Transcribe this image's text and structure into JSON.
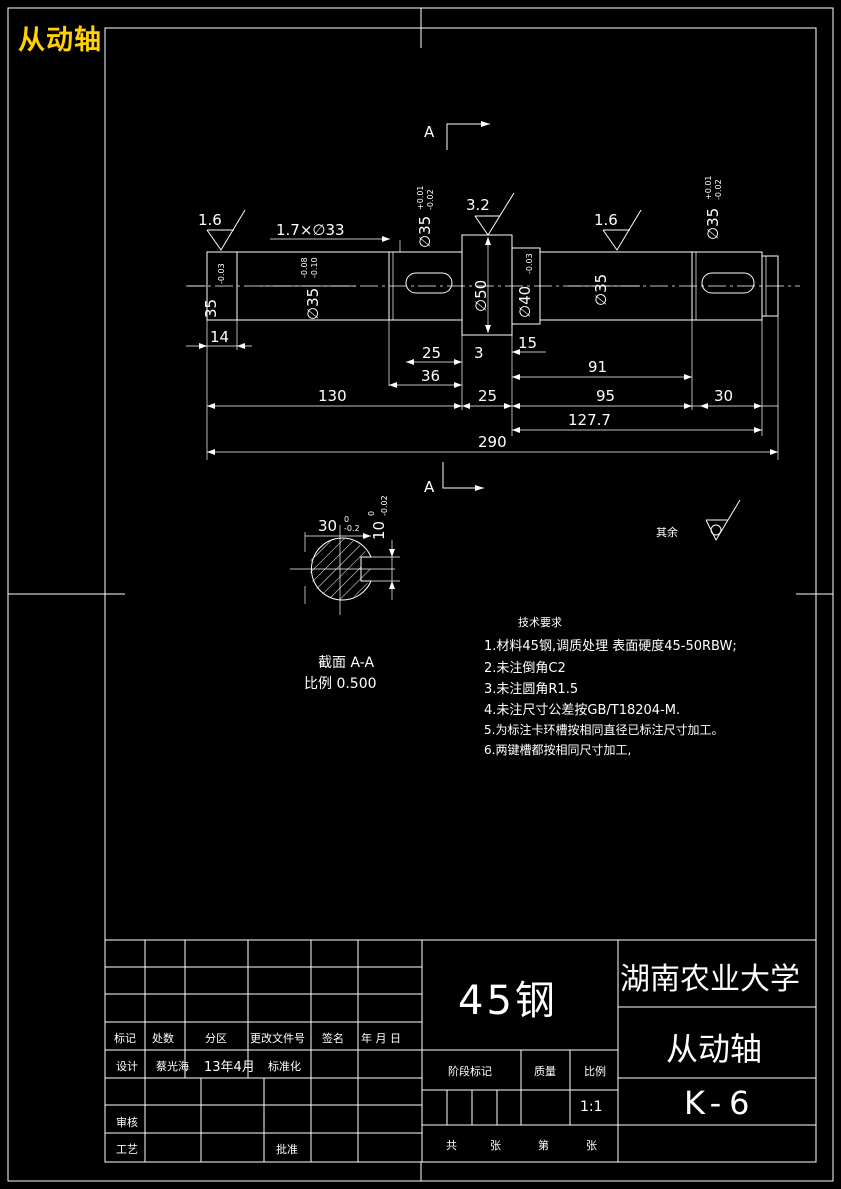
{
  "drawing_title": "从动轴",
  "section_marks": {
    "top": "A",
    "bottom": "A"
  },
  "surface_finish": [
    "1.6",
    "3.2",
    "1.6"
  ],
  "dims": {
    "chamfer_note": "1.7×∅33",
    "d35_left": "∅35",
    "d35_left_tol_upper": "+0.01",
    "d35_left_tol_lower": "-0.02",
    "d35_right": "∅35",
    "d35_right_tol_upper": "+0.01",
    "d35_right_tol_lower": "-0.02",
    "end_d35": "35",
    "end_d35_tol": "-0.03",
    "shaft_d35": "∅35",
    "shaft_d35_tol_upper": "-0.08",
    "shaft_d35_tol_lower": "-0.10",
    "collar_d50": "∅50",
    "d40": "∅40",
    "d40_tol": "-0.03",
    "right_d35": "∅35",
    "l14": "14",
    "l25a": "25",
    "l3": "3",
    "l15": "15",
    "l91": "91",
    "l36": "36",
    "l130": "130",
    "l25b": "25",
    "l95": "95",
    "l30": "30",
    "l127_7": "127.7",
    "l290": "290"
  },
  "section": {
    "key_width": "30",
    "key_width_tol": "0",
    "key_width_tol_lower": "-0.2",
    "key_depth": "10",
    "key_depth_tol_upper": "0",
    "key_depth_tol_lower": "-0.02",
    "label": "截面  A-A",
    "scale_label": "比例  0.500"
  },
  "rest_roughness_label": "其余",
  "tech_requirements": {
    "title": "技术要求",
    "items": [
      "1.材料45钢,调质处理  表面硬度45-50RBW;",
      "2.未注倒角C2",
      "3.未注圆角R1.5",
      "4.未注尺寸公差按GB/T18204-M.",
      "5.为标注卡环槽按相同直径已标注尺寸加工。",
      "6.两键槽都按相同尺寸加工,"
    ]
  },
  "title_block": {
    "material": "45钢",
    "school": "湖南农业大学",
    "part_name": "从动轴",
    "drawing_no": "K-6",
    "headers": [
      "标记",
      "处数",
      "分区",
      "更改文件号",
      "签名",
      "年 月 日"
    ],
    "design_label": "设计",
    "designer": "蔡光海",
    "design_date": "13年4月",
    "standardize_label": "标准化",
    "review_label": "审核",
    "process_label": "工艺",
    "approve_label": "批准",
    "stage_label": "阶段标记",
    "weight_label": "质量",
    "scale_label": "比例",
    "scale_value": "1:1",
    "sheet_total_label": "共",
    "sheet_unit1": "张",
    "sheet_no_label": "第",
    "sheet_unit2": "张"
  }
}
